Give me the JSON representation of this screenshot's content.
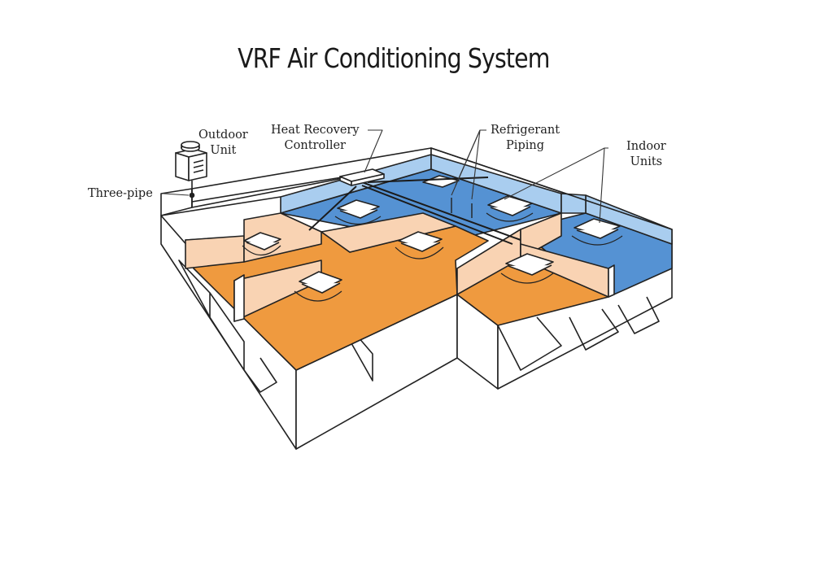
{
  "title": "VRF Air Conditioning System",
  "labels": {
    "outdoor_unit": [
      "Outdoor",
      "Unit"
    ],
    "heat_recovery_controller": [
      "Heat Recovery",
      "Controller"
    ],
    "refrigerant_piping": [
      "Refrigerant",
      "Piping"
    ],
    "indoor_units": [
      "Indoor",
      "Units"
    ],
    "three_pipe": "Three-pipe"
  },
  "colors": {
    "warm_floor": "#ef9a3f",
    "warm_wall": "#f9d3b3",
    "cool_floor": "#5592d3",
    "cool_wall": "#a9cdef",
    "outline": "#222222"
  }
}
